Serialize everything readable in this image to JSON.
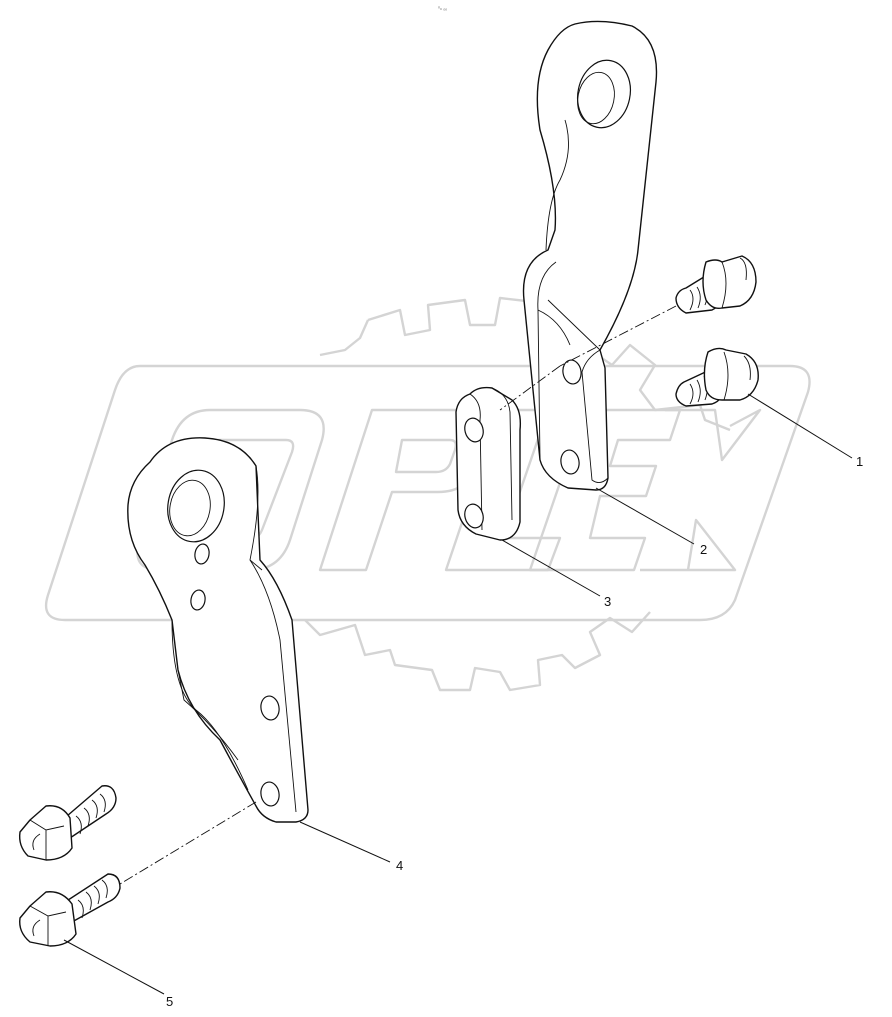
{
  "drawing": {
    "corner_mark": "⁰ₙ ₒₒ",
    "watermark": "OPLEX",
    "callouts": [
      "1",
      "2",
      "3",
      "4",
      "5"
    ]
  }
}
